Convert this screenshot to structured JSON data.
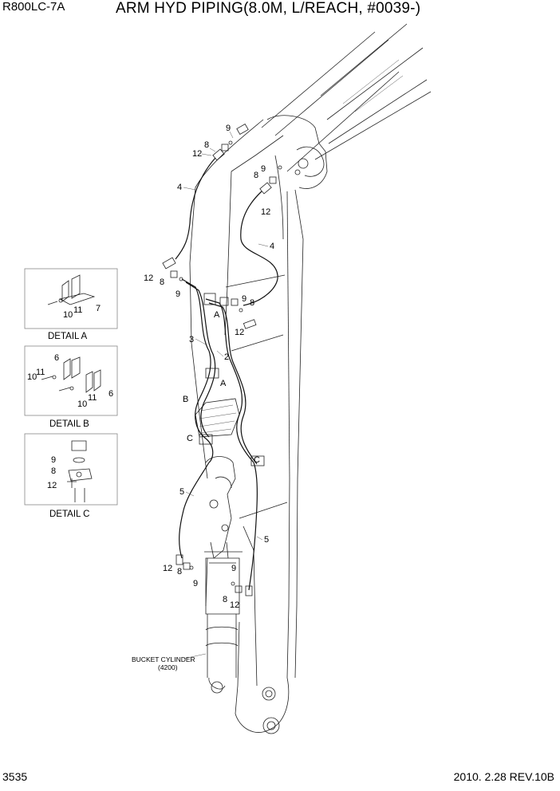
{
  "header": {
    "model": "R800LC-7A",
    "title": "ARM HYD PIPING(8.0M, L/REACH, #0039-)"
  },
  "footer": {
    "page": "3535",
    "date_rev": "2010. 2.28  REV.10B"
  },
  "details": {
    "a": {
      "caption": "DETAIL A",
      "parts": [
        "10",
        "11",
        "7"
      ]
    },
    "b": {
      "caption": "DETAIL B",
      "parts": [
        "6",
        "10",
        "11",
        "10",
        "11",
        "6"
      ]
    },
    "c": {
      "caption": "DETAIL C",
      "parts": [
        "9",
        "8",
        "12"
      ]
    }
  },
  "callouts": {
    "top_left_group": [
      "9",
      "8",
      "12"
    ],
    "top_right_group": [
      "8",
      "9",
      "12"
    ],
    "hose_4_left": "4",
    "hose_4_right": "4",
    "mid_left_group": [
      "12",
      "8",
      "9"
    ],
    "mid_right_group": [
      "9",
      "8",
      "12"
    ],
    "section_a1": "A",
    "section_a2": "A",
    "section_b": "B",
    "section_c1": "C",
    "section_c2": "C",
    "pipe_3": "3",
    "pipe_2": "2",
    "hose_5_left": "5",
    "hose_5_right": "5",
    "bottom_left_group": [
      "12",
      "8",
      "9"
    ],
    "bottom_right_group": [
      "9",
      "8",
      "12"
    ]
  },
  "bucket_cylinder": {
    "label": "BUCKET CYLINDER",
    "ref": "(4200)"
  }
}
